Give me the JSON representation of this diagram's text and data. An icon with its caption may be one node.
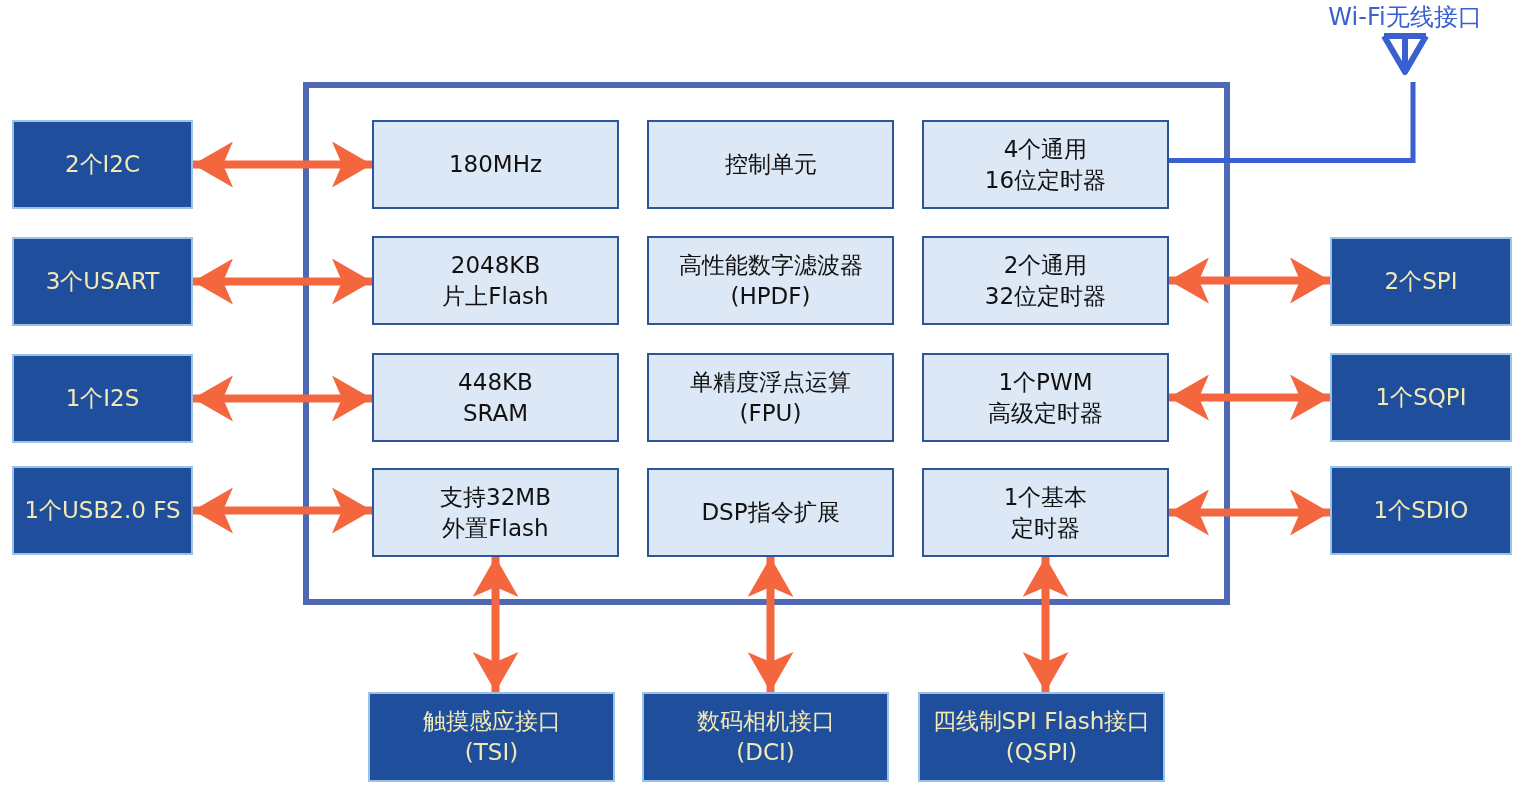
{
  "diagram": {
    "nodes": [
      {
        "text": [],
        "shape": "box"
      },
      {
        "text": [
          "180MHz"
        ],
        "in": 0
      },
      {
        "text": [
          "控制单元"
        ],
        "in": 0
      },
      {
        "text": [
          "4个通用 16位定时器"
        ],
        "in": 0
      },
      {
        "text": [
          "2048KB 片上Flash"
        ],
        "in": 0
      },
      {
        "text": [
          "高性能数字滤波器 (HPDF)"
        ],
        "in": 0
      },
      {
        "text": [
          "2个通用 32位定时器"
        ],
        "in": 0
      },
      {
        "text": [
          "448KB SRAM"
        ],
        "in": 0
      },
      {
        "text": [
          "单精度浮点运算 (FPU)"
        ],
        "in": 0
      },
      {
        "text": [
          "1个PWM 高级定时器"
        ],
        "in": 0
      },
      {
        "text": [
          "支持32MB 外置Flash"
        ],
        "in": 0
      },
      {
        "text": [
          "DSP指令扩展"
        ],
        "in": 0
      },
      {
        "text": [
          "1个基本定时器"
        ],
        "in": 0
      },
      {
        "text": [
          "2个I2C"
        ]
      },
      {
        "text": [
          "3个USART"
        ]
      },
      {
        "text": [
          "1个I2S"
        ]
      },
      {
        "text": [
          "1个USB2.0 FS"
        ]
      },
      {
        "text": [
          "2个SPI"
        ]
      },
      {
        "text": [
          "1个SQPI"
        ]
      },
      {
        "text": [
          "1个SDIO"
        ]
      },
      {
        "text": [
          "触摸感应接口 (TSI)"
        ]
      },
      {
        "text": [
          "数码相机接口 (DCI)"
        ]
      },
      {
        "text": [
          "四线制SPI Flash接口 (QSPI)"
        ]
      },
      {
        "text": [
          "Wi-Fi无线接口"
        ]
      }
    ],
    "edges": [
      {
        "from": 13,
        "to": 1,
        "arrow": "both"
      },
      {
        "from": 14,
        "to": 4,
        "arrow": "both"
      },
      {
        "from": 15,
        "to": 7,
        "arrow": "both"
      },
      {
        "from": 16,
        "to": 10,
        "arrow": "both"
      },
      {
        "from": 6,
        "to": 17,
        "arrow": "both"
      },
      {
        "from": 9,
        "to": 18,
        "arrow": "both"
      },
      {
        "from": 12,
        "to": 19,
        "arrow": "both"
      },
      {
        "from": 10,
        "to": 20,
        "arrow": "both"
      },
      {
        "from": 11,
        "to": 21,
        "arrow": "both"
      },
      {
        "from": 12,
        "to": 22,
        "arrow": "both"
      },
      {
        "from": 3,
        "to": 23,
        "arrow": "none",
        "color": "#3a5fd0"
      }
    ]
  }
}
